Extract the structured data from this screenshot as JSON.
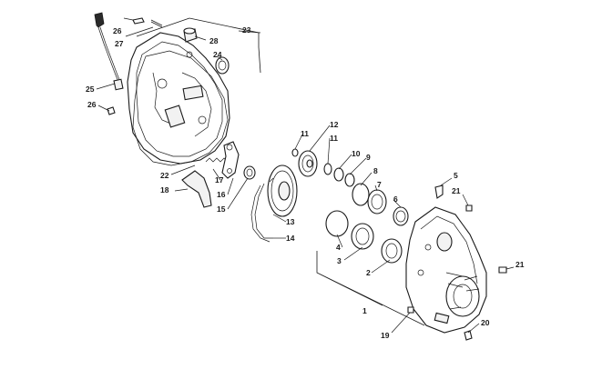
{
  "callouts": [
    {
      "id": "1",
      "label": "1"
    },
    {
      "id": "2",
      "label": "2"
    },
    {
      "id": "3",
      "label": "3"
    },
    {
      "id": "4",
      "label": "4"
    },
    {
      "id": "5",
      "label": "5"
    },
    {
      "id": "6",
      "label": "6"
    },
    {
      "id": "7",
      "label": "7"
    },
    {
      "id": "8",
      "label": "8"
    },
    {
      "id": "9",
      "label": "9"
    },
    {
      "id": "10",
      "label": "10"
    },
    {
      "id": "11a",
      "label": "11"
    },
    {
      "id": "11b",
      "label": "11"
    },
    {
      "id": "12",
      "label": "12"
    },
    {
      "id": "13",
      "label": "13"
    },
    {
      "id": "14",
      "label": "14"
    },
    {
      "id": "15",
      "label": "15"
    },
    {
      "id": "16",
      "label": "16"
    },
    {
      "id": "17",
      "label": "17"
    },
    {
      "id": "18",
      "label": "18"
    },
    {
      "id": "19",
      "label": "19"
    },
    {
      "id": "20",
      "label": "20"
    },
    {
      "id": "21a",
      "label": "21"
    },
    {
      "id": "21b",
      "label": "21"
    },
    {
      "id": "22",
      "label": "22"
    },
    {
      "id": "23",
      "label": "23"
    },
    {
      "id": "24",
      "label": "24"
    },
    {
      "id": "25",
      "label": "25"
    },
    {
      "id": "26a",
      "label": "26"
    },
    {
      "id": "26b",
      "label": "26"
    },
    {
      "id": "27",
      "label": "27"
    },
    {
      "id": "28",
      "label": "28"
    }
  ]
}
